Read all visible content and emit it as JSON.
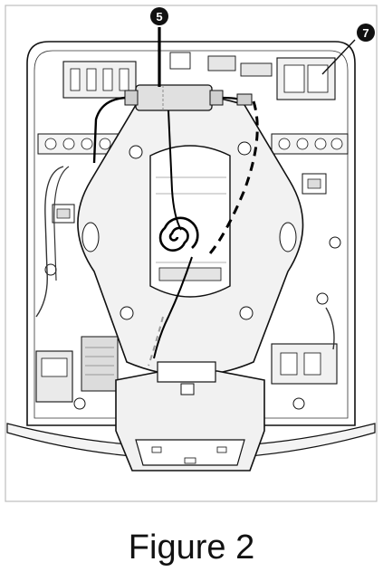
{
  "figure": {
    "caption": "Figure 2",
    "callouts": [
      {
        "id": "c5",
        "label": "5"
      },
      {
        "id": "c7",
        "label": "7"
      }
    ],
    "colors": {
      "line": "#111111",
      "fill_light": "#f1f1f1",
      "fill_mid": "#d9d9d9",
      "cable": "#000000",
      "dashed_guide": "#9a9a9a"
    }
  }
}
